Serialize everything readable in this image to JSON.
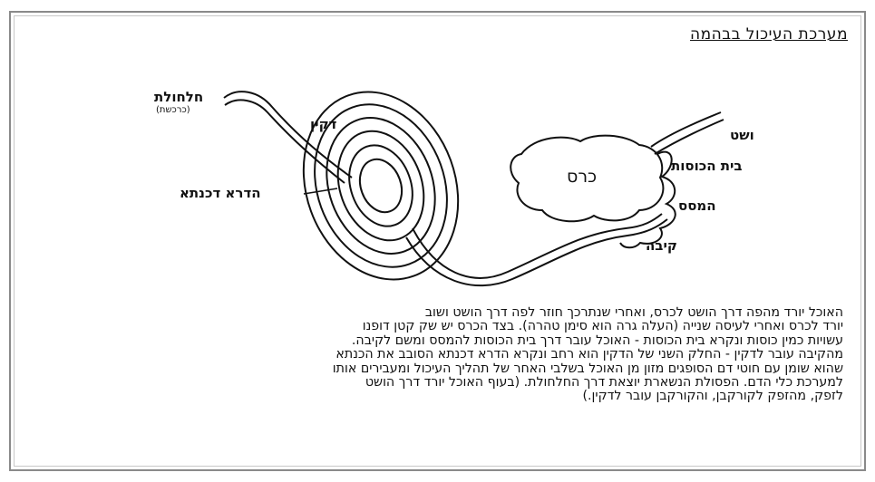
{
  "page": {
    "title": "מערכת העיכול בבהמה"
  },
  "labels": {
    "cecum": "חלחולת",
    "cecum_sub": "(כרכשת)",
    "small_intestine": "דקין",
    "large_intestine": "הדרא דכנתא",
    "esophagus": "ושט",
    "rumen": "כרס",
    "reticulum": "בית הכוסות",
    "omasum": "המסס",
    "abomasum": "קיבה"
  },
  "paragraph": {
    "lines": [
      "האוכל יורד מהפה דרך הושט לכרס, ואחרי שנתרכך חוזר לפה דרך הושט ושוב",
      "יורד לכרס ואחרי לעיסה שנייה (העלה גרה הוא סימן טהרה). בצד הכרס יש שק קטן דופנו",
      "עשויות כמין כוסות ונקרא בית הכוסות - האוכל עובר דרך בית הכוסות להמסס ומשם לקיבה.",
      "מהקיבה עובר לדקין - החלק השני של הדקין הוא רחב ונקרא הדרא דכנתא הסובב את הכנתא",
      "שהוא שומן עם חוטי דם הסופגים מזון מן האוכל בשלבי האחר של תהליך העיכול ומעבירים אותו",
      "למערכת כלי הדם. הפסולת הנשארת יוצאת דרך החלחולת. (בעוף האוכל יורד דרך הושט",
      "לזפק, מהזפק לקורקבן, והקורקבן עובר לדקין.)"
    ]
  }
}
